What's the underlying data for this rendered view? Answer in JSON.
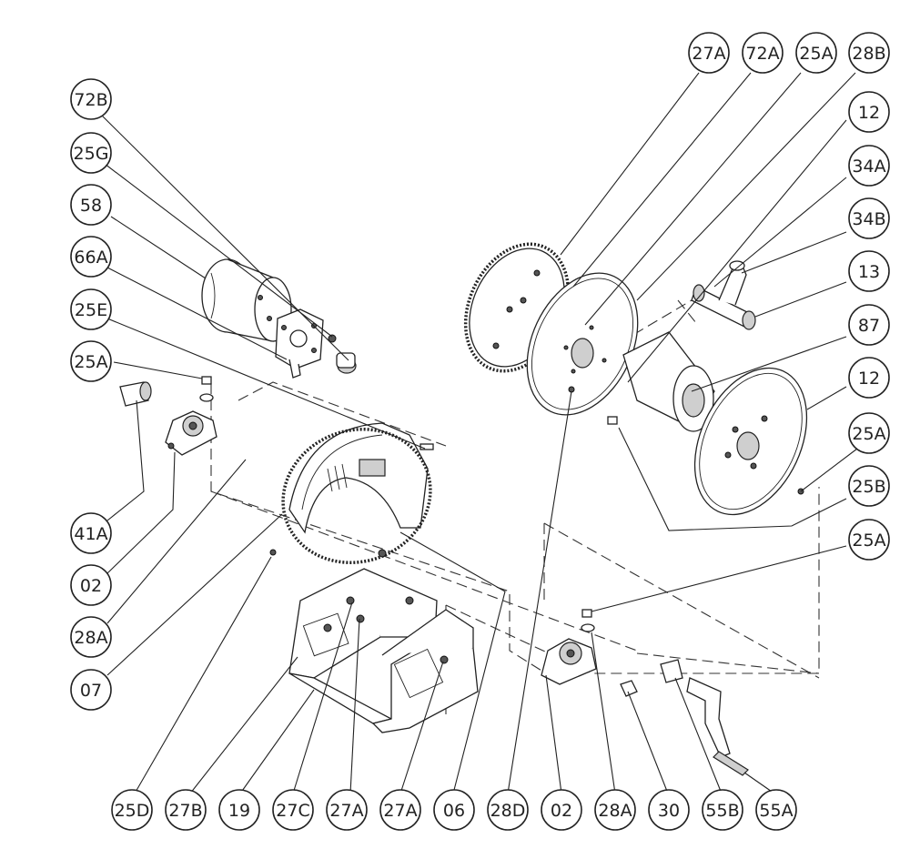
{
  "balloons": {
    "b72b": "72B",
    "b25g": "25G",
    "b58": "58",
    "b66a": "66A",
    "b25e": "25E",
    "b25a_left": "25A",
    "b41a": "41A",
    "b02_left": "02",
    "b28a_left": "28A",
    "b07": "07",
    "b27a_top": "27A",
    "b72a": "72A",
    "b25a_top": "25A",
    "b28b": "28B",
    "b12_top": "12",
    "b34a": "34A",
    "b34b": "34B",
    "b13": "13",
    "b87": "87",
    "b12_mid": "12",
    "b25a_r1": "25A",
    "b25b": "25B",
    "b25a_r2": "25A",
    "b25d": "25D",
    "b27b": "27B",
    "b19": "19",
    "b27c": "27C",
    "b27a_b1": "27A",
    "b27a_b2": "27A",
    "b06": "06",
    "b28d": "28D",
    "b02_bottom": "02",
    "b28a_bottom": "28A",
    "b30": "30",
    "b55b": "55B",
    "b55a": "55A"
  },
  "colors": {
    "line": "#222222",
    "shade": "#cfcfcf",
    "background": "#ffffff"
  }
}
